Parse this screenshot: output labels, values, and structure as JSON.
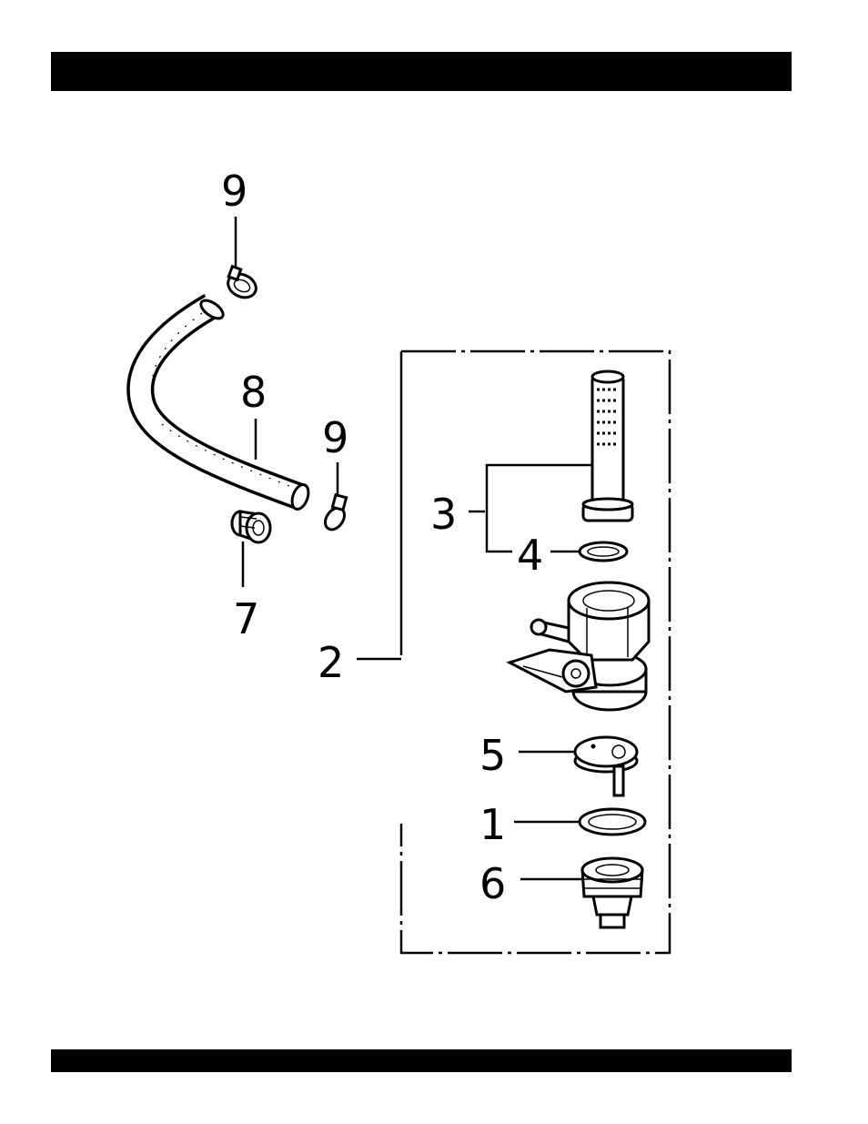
{
  "callouts": {
    "c1": "1",
    "c2": "2",
    "c3": "3",
    "c4": "4",
    "c5": "5",
    "c6": "6",
    "c7": "7",
    "c8": "8",
    "c9_top": "9",
    "c9_right": "9"
  },
  "colors": {
    "ink": "#000000",
    "paper": "#ffffff"
  }
}
